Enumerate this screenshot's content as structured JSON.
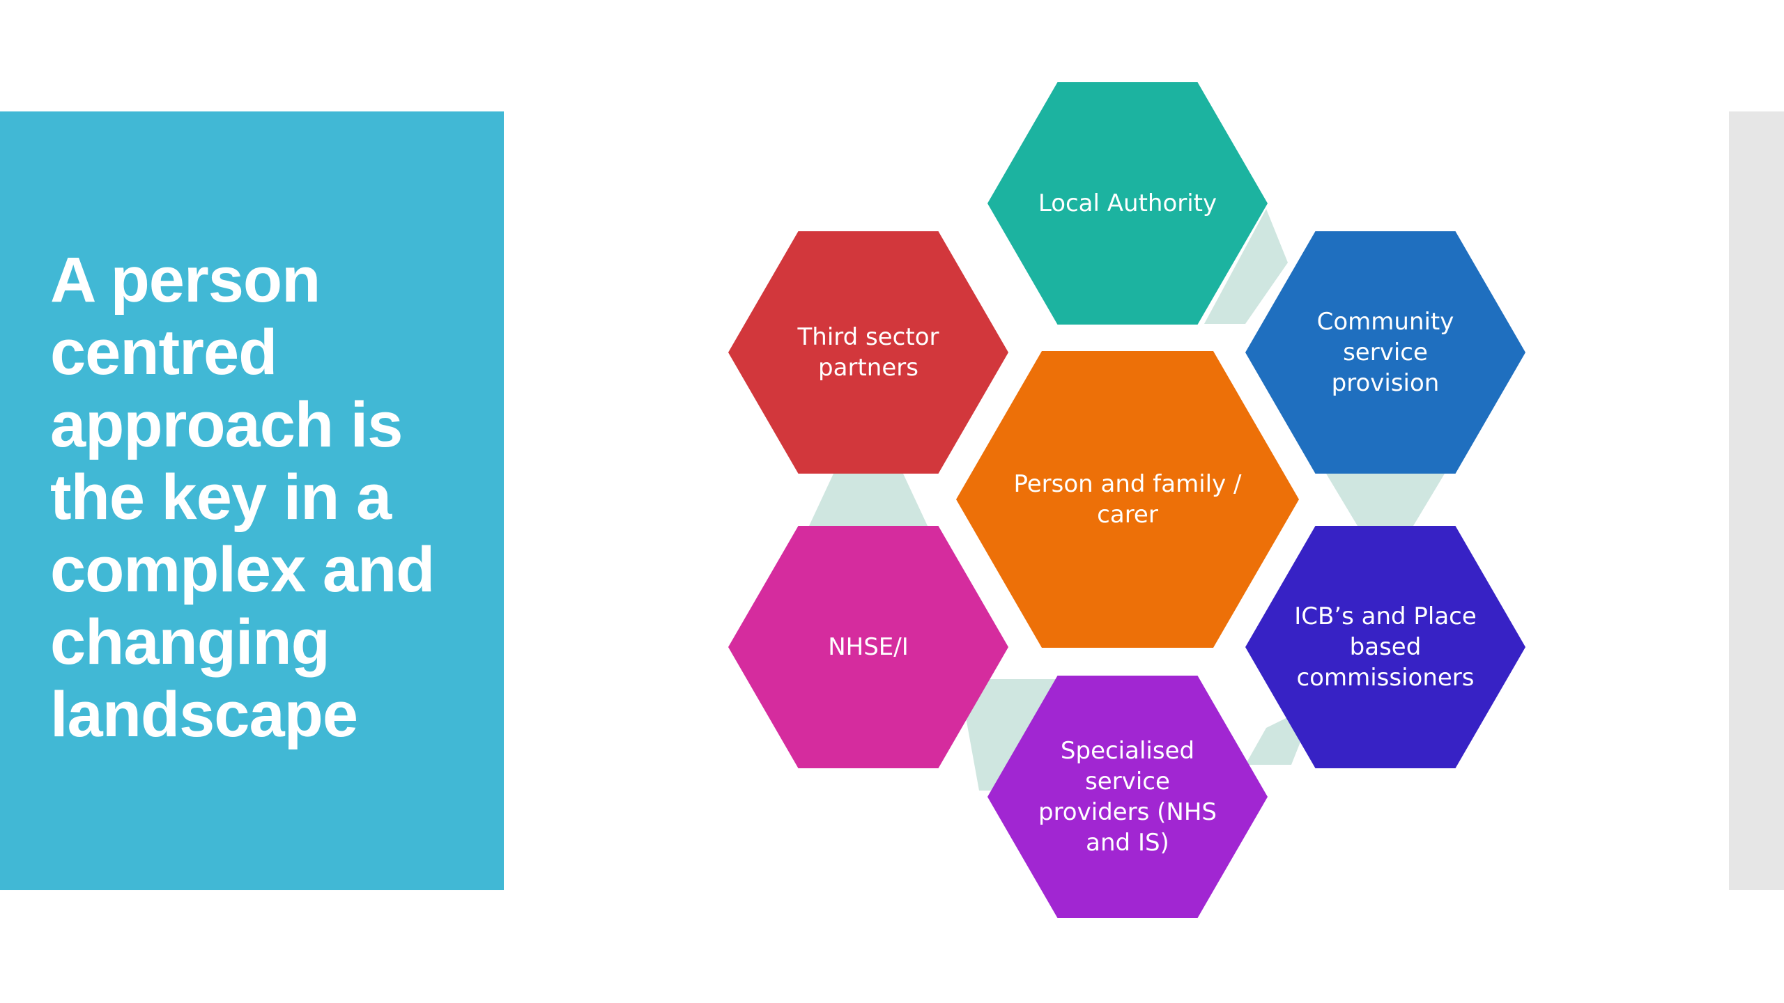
{
  "slide": {
    "title": "A person centred approach is the key in a complex and changing landscape"
  },
  "colors": {
    "title_panel": "#41b8d5",
    "connector": "#cfe6e0",
    "right_strip": "#e6e6e6"
  },
  "diagram": {
    "center": {
      "label_lines": [
        "Person and family /",
        "carer"
      ],
      "color": "#ed7008"
    },
    "nodes": [
      {
        "id": "local-authority",
        "label_lines": [
          "Local Authority"
        ],
        "color": "#1cb3a0"
      },
      {
        "id": "community-service-provision",
        "label_lines": [
          "Community",
          "service",
          "provision"
        ],
        "color": "#1f6fbf"
      },
      {
        "id": "icbs-and-place-based-commissioners",
        "label_lines": [
          "ICB’s and Place",
          "based",
          "commissioners"
        ],
        "color": "#3722c5"
      },
      {
        "id": "specialised-service-providers",
        "label_lines": [
          "Specialised",
          "service",
          "providers (NHS",
          "and IS)"
        ],
        "color": "#a126d2"
      },
      {
        "id": "nhse-i",
        "label_lines": [
          "NHSE/I"
        ],
        "color": "#d52c9e"
      },
      {
        "id": "third-sector-partners",
        "label_lines": [
          "Third sector",
          "partners"
        ],
        "color": "#d2373c"
      }
    ]
  }
}
